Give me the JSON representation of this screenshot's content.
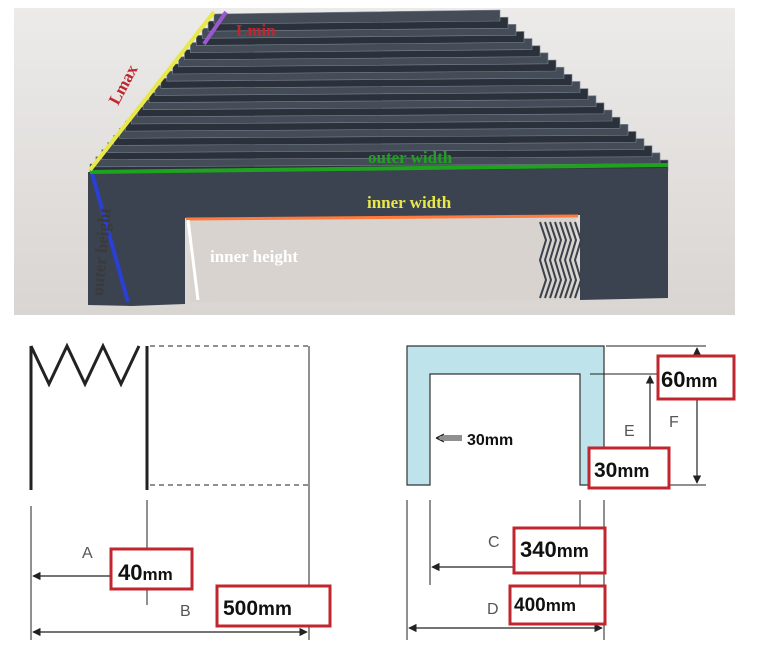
{
  "photo": {
    "labels": {
      "lmin": "Lmin",
      "lmax": "Lmax",
      "outer_width": "outer width",
      "inner_width": "inner width",
      "outer_height": "outer height",
      "inner_height": "inner height"
    },
    "colors": {
      "lmin": "#9b59d0",
      "lmax": "#e8e84a",
      "outer_width": "#1fa31f",
      "inner_width": "#ff7a3c",
      "outer_height": "#2a3fd6",
      "inner_height": "#ffffff",
      "lmax_text": "#c0262d",
      "lmin_text": "#c0262d"
    }
  },
  "length_diagram": {
    "dim_a": "A",
    "dim_b": "B",
    "a_value": {
      "num": "40",
      "unit": "mm"
    },
    "b_value": {
      "num": "500",
      "unit": "mm"
    }
  },
  "section_diagram": {
    "wall_thickness": "30mm",
    "dim_c": "C",
    "dim_d": "D",
    "dim_e": "E",
    "dim_f": "F",
    "c_value": {
      "num": "340",
      "unit": "mm"
    },
    "d_value": {
      "num": "400",
      "unit": "mm"
    },
    "e_value": {
      "num": "30",
      "unit": "mm"
    },
    "f_value": {
      "num": "60",
      "unit": "mm"
    }
  },
  "highlight_color": "#c0262d",
  "section_fill": "#bfe3ea"
}
